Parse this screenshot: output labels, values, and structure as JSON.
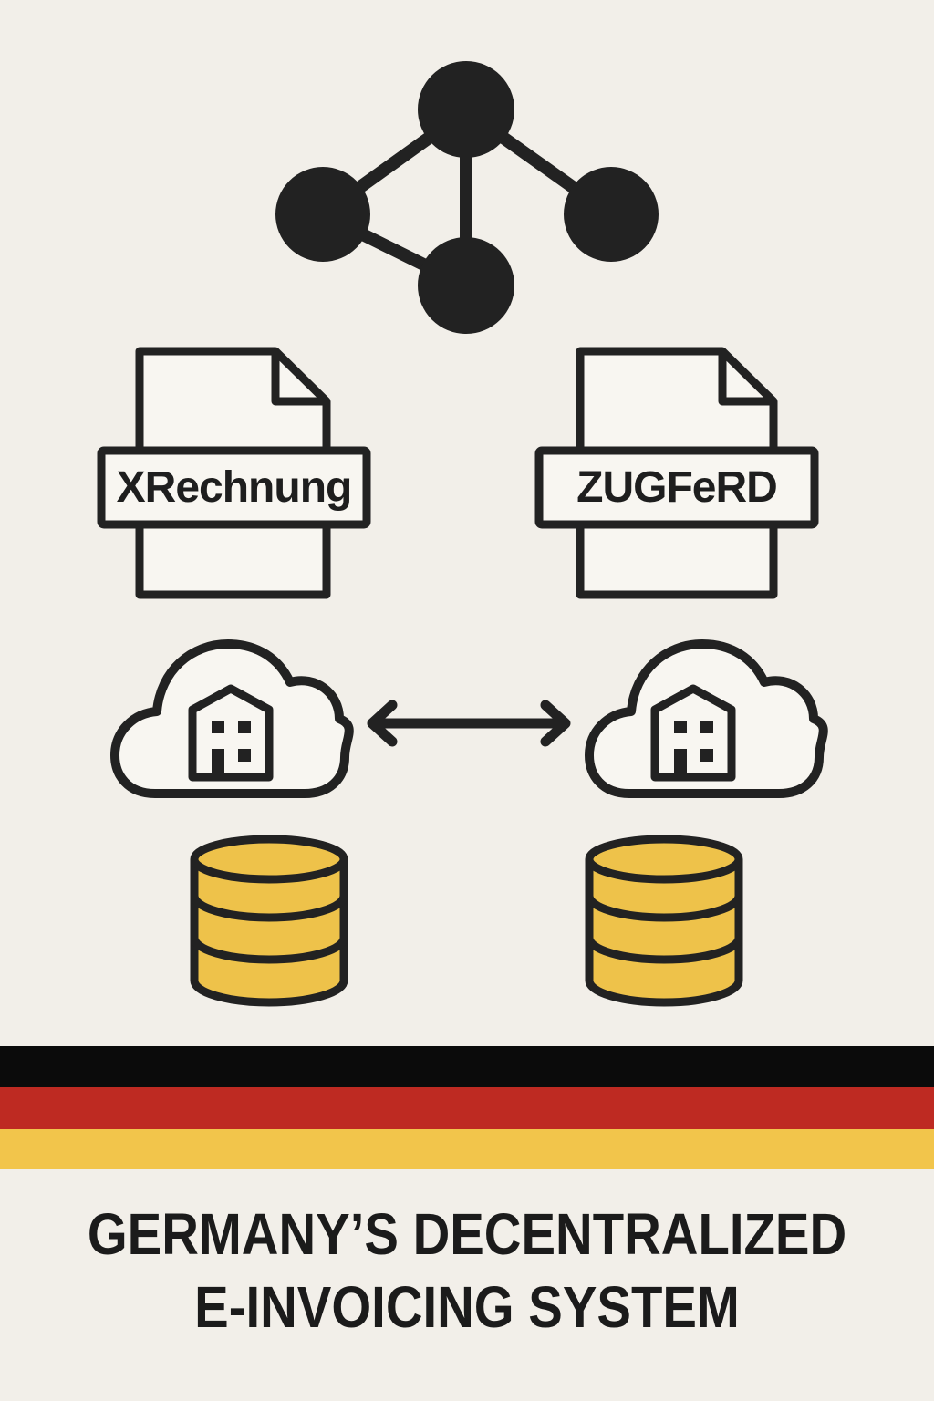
{
  "colors": {
    "background": "#F2EFE9",
    "ink": "#222222",
    "paper": "#F8F6F1",
    "database_fill": "#EEC24A",
    "flag_black": "#0B0B0B",
    "flag_red": "#BE2A22",
    "flag_gold": "#F2C54B"
  },
  "network": {
    "icon": "network-nodes-icon",
    "nodes": 4
  },
  "documents": [
    {
      "label": "XRechnung",
      "icon": "document-icon"
    },
    {
      "label": "ZUGFeRD",
      "icon": "document-icon"
    }
  ],
  "clouds": [
    {
      "icon": "cloud-building-icon"
    },
    {
      "icon": "cloud-building-icon"
    }
  ],
  "exchange": {
    "icon": "bidirectional-arrow-icon"
  },
  "databases": [
    {
      "icon": "database-icon",
      "layers": 3
    },
    {
      "icon": "database-icon",
      "layers": 3
    }
  ],
  "flag": {
    "icon": "german-flag-stripes",
    "stripes": [
      "black",
      "red",
      "gold"
    ]
  },
  "title": {
    "line1": "GERMANY’S DECENTRALIZED",
    "line2": "E-INVOICING SYSTEM"
  }
}
